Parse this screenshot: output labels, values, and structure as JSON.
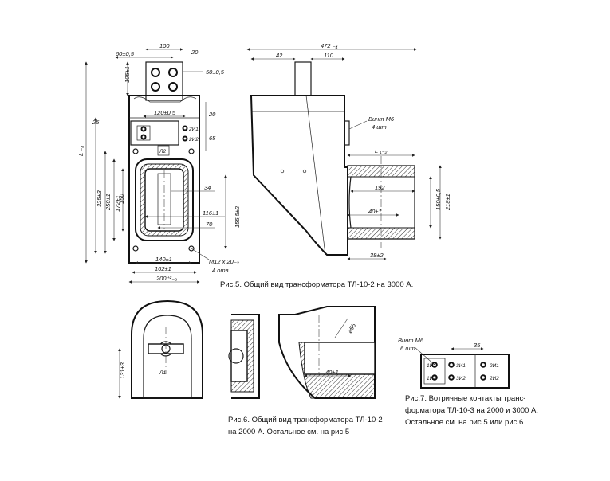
{
  "figure5": {
    "caption": "Рис.5. Общий вид трансформатора ТЛ-10-2 на 3000 А.",
    "front_dims": {
      "d100": "100",
      "d60": "60±0,5",
      "d20a": "20",
      "d50": "50±0,5",
      "d105": "105±1",
      "d120": "120±0,5",
      "d25": "25",
      "d20b": "20",
      "d65": "65",
      "dL": "L ₋₄",
      "d325": "325±3",
      "d250": "250±1",
      "d172": "172±1",
      "d150": "150",
      "d34": "34",
      "d116": "116±1",
      "d70": "70",
      "d155": "155,5±2",
      "d140": "140±1",
      "d162": "162±1",
      "d200": "200⁺²₋₃",
      "thread": "М12 x 20₋₂",
      "thread_count": "4 отв"
    },
    "front_labels": {
      "terminal1": "2И1",
      "terminal2": "2И2",
      "marking": "Л2"
    },
    "side_dims": {
      "d472": "472 ₋₄",
      "d42": "42",
      "d110": "110",
      "screw": "Винт М6",
      "screw_count": "4 шт",
      "dL1": "L ₁₋₂",
      "d192": "192",
      "d150": "150±0,5",
      "d218": "218±1",
      "d40": "40±1",
      "d38": "38±2"
    }
  },
  "figure6": {
    "caption_line1": "Рис.6. Общий вид трансформатора ТЛ-10-2",
    "caption_line2": "на 2000 А. Остальное см. на рис.5",
    "dims": {
      "d131": "131±3",
      "d55": "⌀55",
      "d40": "40±1"
    },
    "marking": "Л1"
  },
  "figure7": {
    "caption_line1": "Рис.7. Вотричные контакты транс-",
    "caption_line2": "форматора ТЛ-10-3 на 2000 и 3000 А.",
    "caption_line3": "Остальное см. на рис.5 или рис.6",
    "screw": "Винт М6",
    "screw_count": "6 шт",
    "d35": "35",
    "terminals": [
      "1И1",
      "1И2",
      "3И1",
      "3И2",
      "2И1",
      "2И2"
    ]
  }
}
